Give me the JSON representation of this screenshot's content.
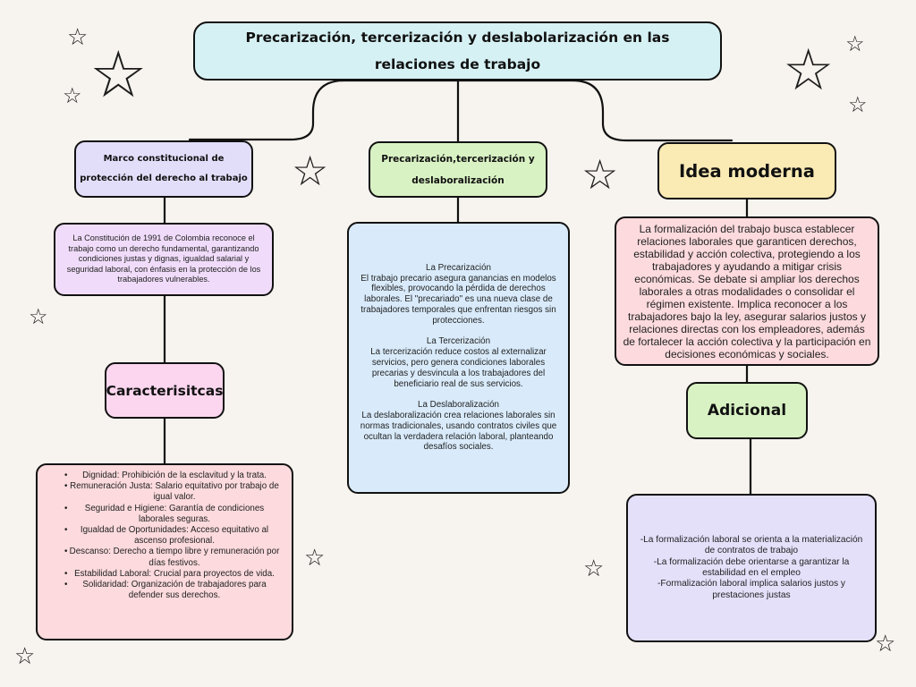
{
  "title": "Precarización, tercerización y deslabolarización en las relaciones de trabajo",
  "left": {
    "header": "Marco constitucional de protección del derecho al trabajo",
    "description": "La Constitución de 1991 de Colombia reconoce el trabajo como un derecho fundamental, garantizando condiciones justas y dignas, igualdad salarial y seguridad laboral, con énfasis en la protección de los trabajadores vulnerables.",
    "characteristics_title": "Caracterisitcas",
    "characteristics": [
      "Dignidad: Prohibición de la esclavitud y la trata.",
      "Remuneración Justa: Salario equitativo por trabajo de igual valor.",
      "Seguridad e Higiene: Garantía de condiciones laborales seguras.",
      "Igualdad de Oportunidades: Acceso equitativo al ascenso profesional.",
      "Descanso: Derecho a tiempo libre y remuneración por días festivos.",
      "Estabilidad Laboral: Crucial para proyectos de vida.",
      "Solidaridad: Organización de trabajadores para defender sus derechos."
    ]
  },
  "middle": {
    "header": "Precarización,tercerización y deslaboralización",
    "sections": [
      {
        "heading": "La Precarización",
        "text": "El trabajo precario asegura ganancias en modelos flexibles, provocando la pérdida de derechos laborales. El \"precariado\" es una nueva clase de trabajadores temporales que enfrentan riesgos sin protecciones."
      },
      {
        "heading": "La Tercerización",
        "text": "La tercerización reduce costos al externalizar servicios, pero genera condiciones laborales precarias y desvincula a los trabajadores del beneficiario real de sus servicios."
      },
      {
        "heading": "La Deslaboralización",
        "text": "La deslaboralización crea relaciones laborales sin normas tradicionales, usando contratos civiles que ocultan la verdadera relación laboral, planteando desafíos sociales."
      }
    ]
  },
  "right": {
    "header": "Idea moderna",
    "description": "La formalización del trabajo busca establecer relaciones laborales que garanticen derechos, estabilidad y acción colectiva, protegiendo a los trabajadores y ayudando a mitigar crisis económicas. Se debate si ampliar los derechos laborales a otras modalidades o consolidar el régimen existente. Implica reconocer a los trabajadores bajo la ley, asegurar salarios justos y relaciones directas con los empleadores, además de fortalecer la acción colectiva y la participación en decisiones económicas y sociales.",
    "extra_title": "Adicional",
    "extra_items": [
      "-La formalización laboral se orienta a la materialización de contratos de trabajo",
      "-La formalización debe orientarse a garantizar la estabilidad en el empleo",
      "-Formalización laboral implica salarios justos y prestaciones justas"
    ]
  },
  "colors": {
    "background": "#f7f3ee",
    "title_box": "#d6f1f4",
    "lavender": "#e2defa",
    "pink": "#fcdadd",
    "green": "#d9f2c4",
    "blue": "#d9ebfb",
    "yellow": "#faeab4"
  },
  "decorations": {
    "icon": "star-icon"
  }
}
